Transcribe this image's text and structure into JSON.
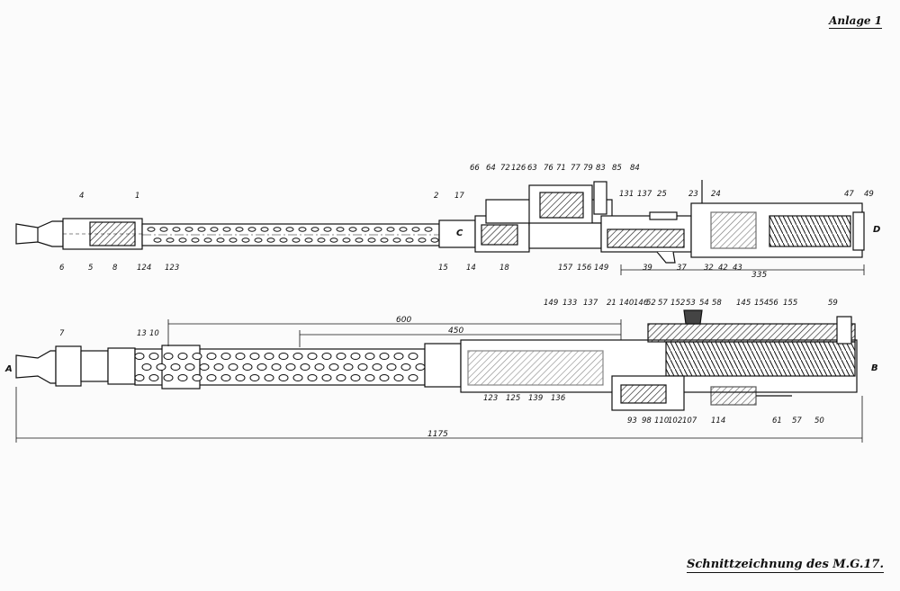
{
  "annex": "Anlage 1",
  "caption": "Schnittzeichnung des M.G.17.",
  "section_marks": {
    "A": "A",
    "B": "B",
    "C": "C",
    "D": "D"
  },
  "dimensions": {
    "d600": "600",
    "d450": "450",
    "d335": "335",
    "d1175": "1175"
  },
  "top_labels": [
    "66",
    "64",
    "72",
    "126",
    "63",
    "76",
    "71",
    "77",
    "79",
    "83",
    "85",
    "84",
    "4",
    "1",
    "2",
    "17",
    "131",
    "137",
    "25",
    "23",
    "24",
    "47",
    "49",
    "6",
    "5",
    "8",
    "124",
    "123",
    "15",
    "14",
    "18",
    "157",
    "156",
    "149",
    "39",
    "37",
    "32",
    "42",
    "43"
  ],
  "bottom_labels": [
    "149",
    "133",
    "137",
    "21",
    "140",
    "146",
    "52",
    "57",
    "152",
    "53",
    "54",
    "58",
    "145",
    "154",
    "56",
    "155",
    "59",
    "7",
    "13",
    "10",
    "123",
    "125",
    "139",
    "136",
    "93",
    "98",
    "110",
    "102",
    "107",
    "114",
    "61",
    "57",
    "50"
  ]
}
